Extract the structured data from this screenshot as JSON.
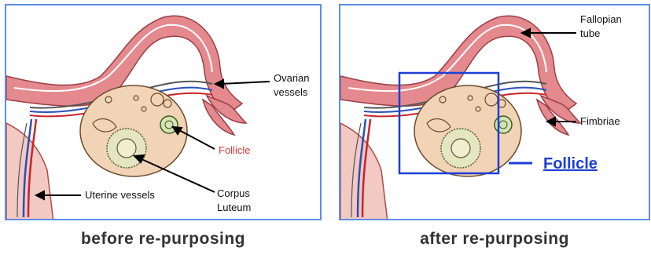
{
  "panels": {
    "before": {
      "labels": {
        "ovarian_vessels_1": "Ovarian",
        "ovarian_vessels_2": "vessels",
        "follicle": "Follicle",
        "uterine_vessels": "Uterine vessels",
        "corpus_luteum_1": "Corpus",
        "corpus_luteum_2": "Luteum"
      },
      "caption": "before re-purposing"
    },
    "after": {
      "labels": {
        "fallopian_tube_1": "Fallopian",
        "fallopian_tube_2": "tube",
        "fimbriae": "Fimbriae",
        "follicle_link": "Follicle"
      },
      "caption": "after re-purposing"
    }
  },
  "colors": {
    "frame_border": "#5b8ee6",
    "tube_pink": "#e48a8f",
    "ovary_fill": "#f1d3b5",
    "vessel_blue": "#2a4fb8",
    "vessel_red": "#c8242b",
    "follicle_label": "#d63a3a",
    "highlight_box": "#1c3fd6"
  }
}
